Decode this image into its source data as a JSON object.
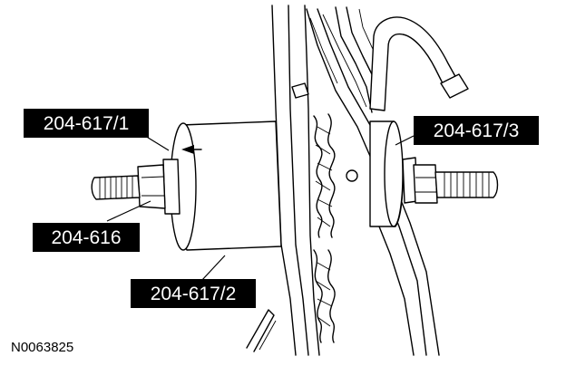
{
  "callouts": {
    "tool_1": "204-617/1",
    "tool_2": "204-617/2",
    "tool_3": "204-617/3",
    "tool_base": "204-616"
  },
  "figure_id": "N0063825"
}
